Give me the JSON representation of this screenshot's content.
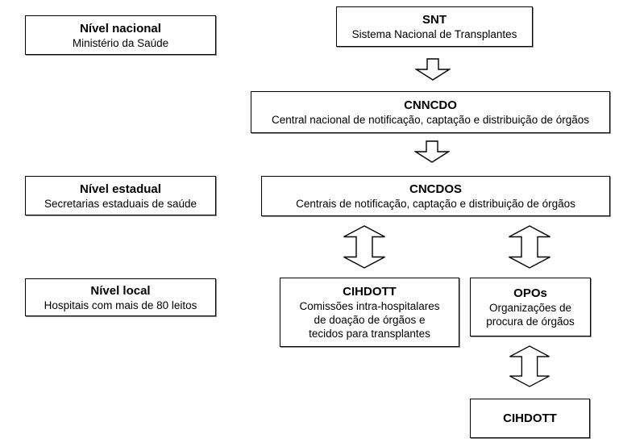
{
  "diagram": {
    "background_color": "#ffffff",
    "box_border_color": "#000000",
    "box_fill_color": "#ffffff",
    "text_color": "#000000",
    "shadow_color": "#8f8f8f",
    "nodes": {
      "nivel_nacional": {
        "title": "Nível nacional",
        "subtitle": "Ministério da Saúde"
      },
      "snt": {
        "title": "SNT",
        "subtitle": "Sistema Nacional de Transplantes"
      },
      "cnncdo": {
        "title": "CNNCDO",
        "subtitle": "Central nacional de notificação, captação e distribuição de órgãos"
      },
      "nivel_estadual": {
        "title": "Nível estadual",
        "subtitle": "Secretarias estaduais de saúde"
      },
      "cncdos": {
        "title": "CNCDOS",
        "subtitle": "Centrais de notificação, captação e distribuição de órgãos"
      },
      "nivel_local": {
        "title": "Nível local",
        "subtitle": "Hospitais com mais de 80 leitos"
      },
      "cihdott_committee": {
        "title": "CIHDOTT",
        "subtitle_lines": [
          "Comissões intra-hospitalares",
          "de doação de órgãos e",
          "tecidos para transplantes"
        ]
      },
      "opos": {
        "title": "OPOs",
        "subtitle_lines": [
          "Organizações de",
          "procura de órgãos"
        ]
      },
      "cihdott_hospital": {
        "title": "CIHDOTT"
      }
    },
    "connectors": [
      {
        "name": "arrow-snt-to-cnncdo",
        "type": "down-arrow"
      },
      {
        "name": "arrow-cnncdo-to-cncdos",
        "type": "down-arrow"
      },
      {
        "name": "arrow-cncdos-to-cihdott",
        "type": "double-vertical-arrow"
      },
      {
        "name": "arrow-cncdos-to-opos",
        "type": "double-vertical-arrow"
      },
      {
        "name": "arrow-opos-to-cihdott",
        "type": "double-vertical-arrow"
      }
    ]
  }
}
